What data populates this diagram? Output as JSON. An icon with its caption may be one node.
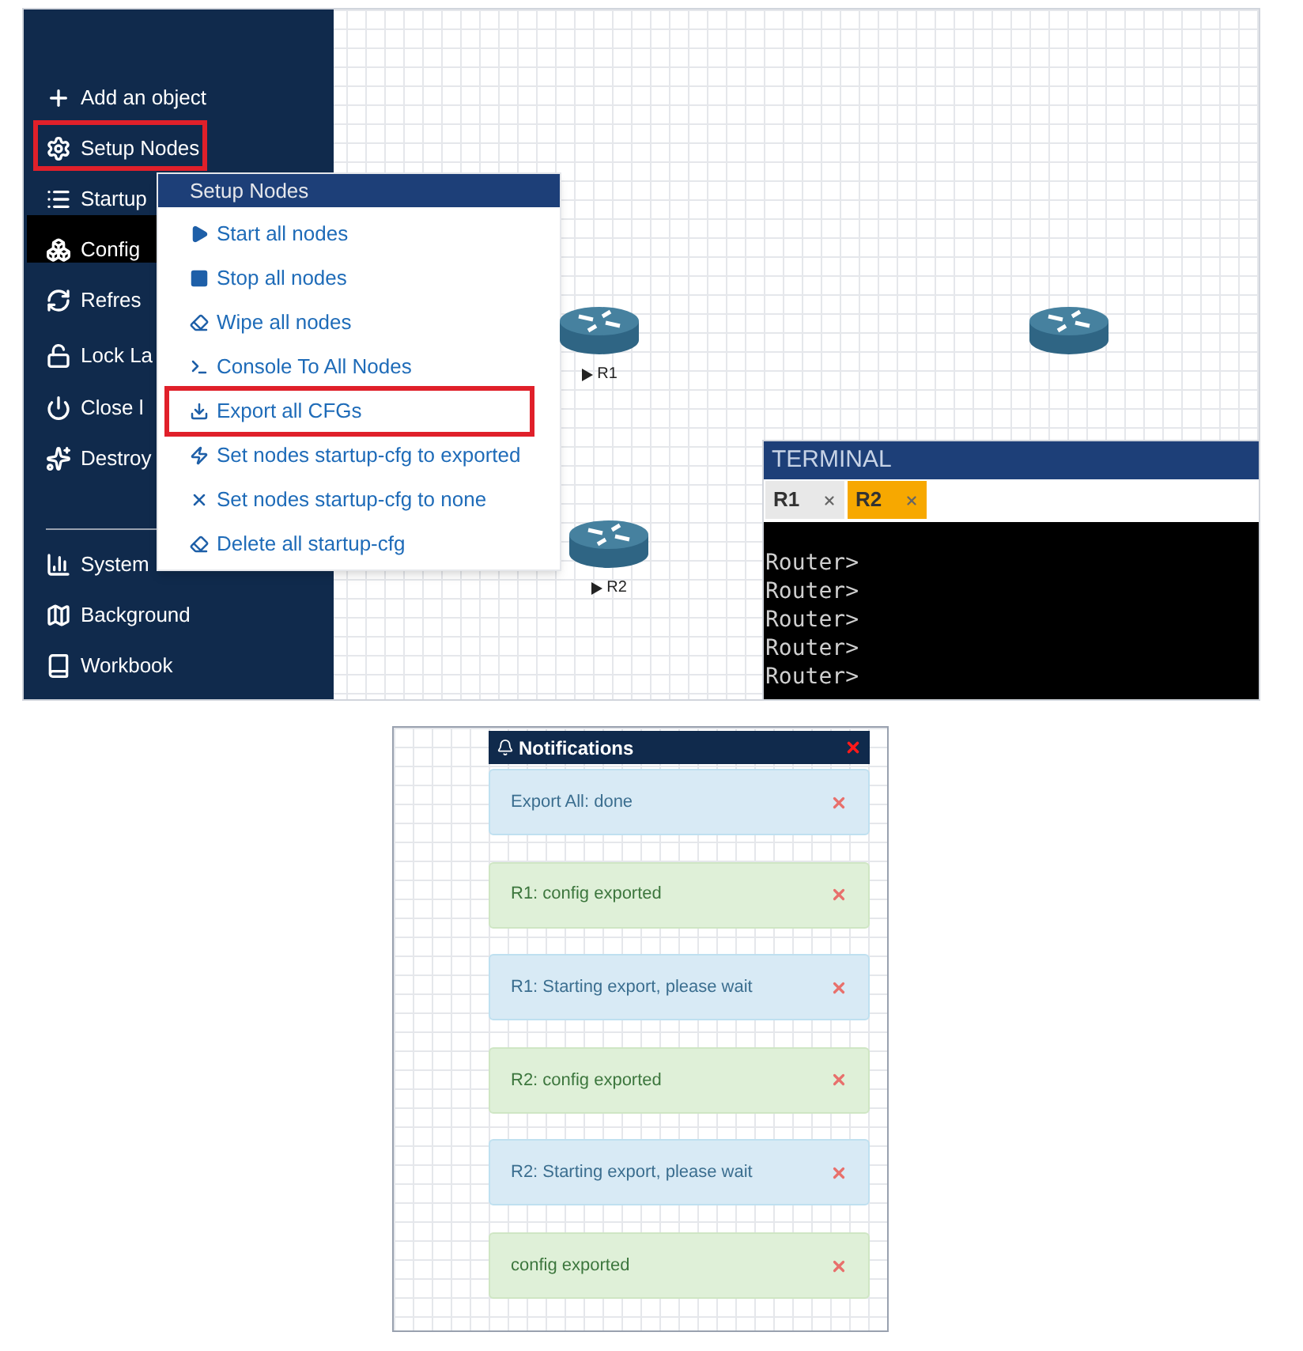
{
  "diagram": {
    "nodes": [
      {
        "text": [
          "R1"
        ]
      },
      {
        "text": [],
        "shape": "cylinder"
      },
      {
        "text": [
          "R2"
        ]
      }
    ],
    "labels": [
      "Add an object",
      "Setup Nodes",
      "Startup",
      "Config",
      "Refres",
      "Lock La",
      "Close l",
      "Destroy",
      "System",
      "Background",
      "Workbook",
      "Setup Nodes",
      "Start all nodes",
      "Stop all nodes",
      "Wipe all nodes",
      "Console To All Nodes",
      "Export all CFGs",
      "Set nodes startup-cfg to exported",
      "Set nodes startup-cfg to none",
      "Delete all startup-cfg",
      "TERMINAL",
      "R1",
      "R2",
      "Router>",
      "Router>",
      "Router>",
      "Router>",
      "Router>",
      "Notifications",
      "Export All: done",
      "R1: config exported",
      "R1: Starting export, please wait",
      "R2: config exported",
      "R2: Starting export, please wait",
      "config exported"
    ]
  }
}
